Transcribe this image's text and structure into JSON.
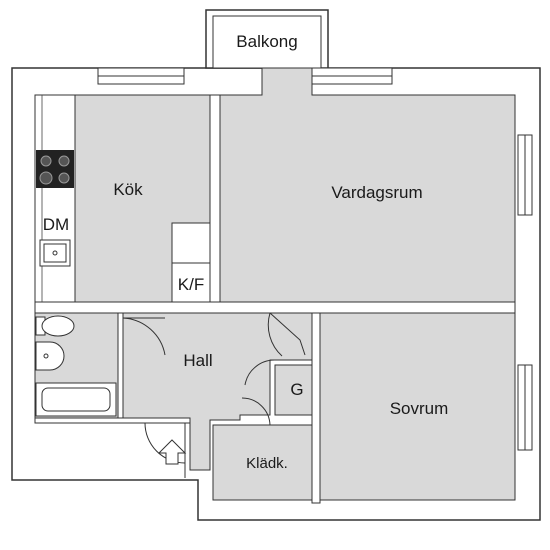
{
  "rooms": {
    "balcony": "Balkong",
    "kitchen": "Kök",
    "living_room": "Vardagsrum",
    "hall": "Hall",
    "bedroom": "Sovrum",
    "wardrobe": "Klädk.",
    "storage": "G"
  },
  "fixtures": {
    "dishwasher": "DM",
    "fridge_freezer": "K/F"
  },
  "colors": {
    "wall": "#ffffff",
    "wall_stroke": "#333333",
    "floor": "#d9d9d9",
    "line": "#444444"
  }
}
